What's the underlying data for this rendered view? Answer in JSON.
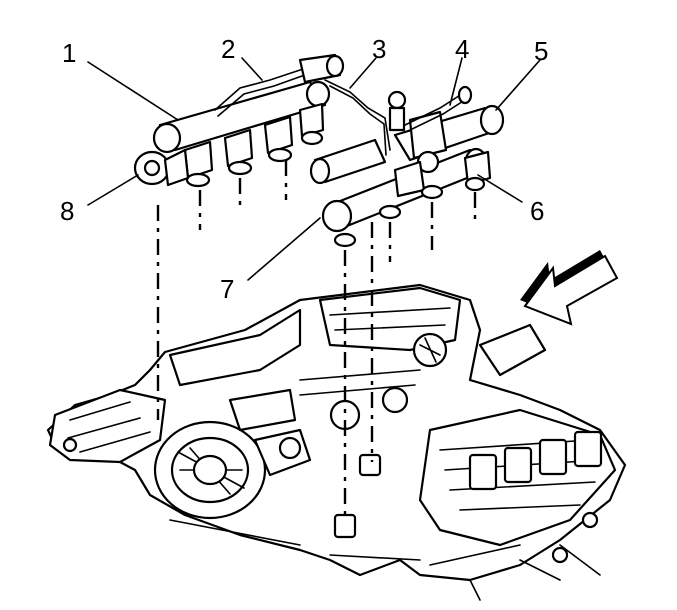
{
  "callouts": [
    "1",
    "2",
    "3",
    "4",
    "5",
    "6",
    "7",
    "8"
  ],
  "colors": {
    "ink": "#000000",
    "paper": "#ffffff"
  }
}
